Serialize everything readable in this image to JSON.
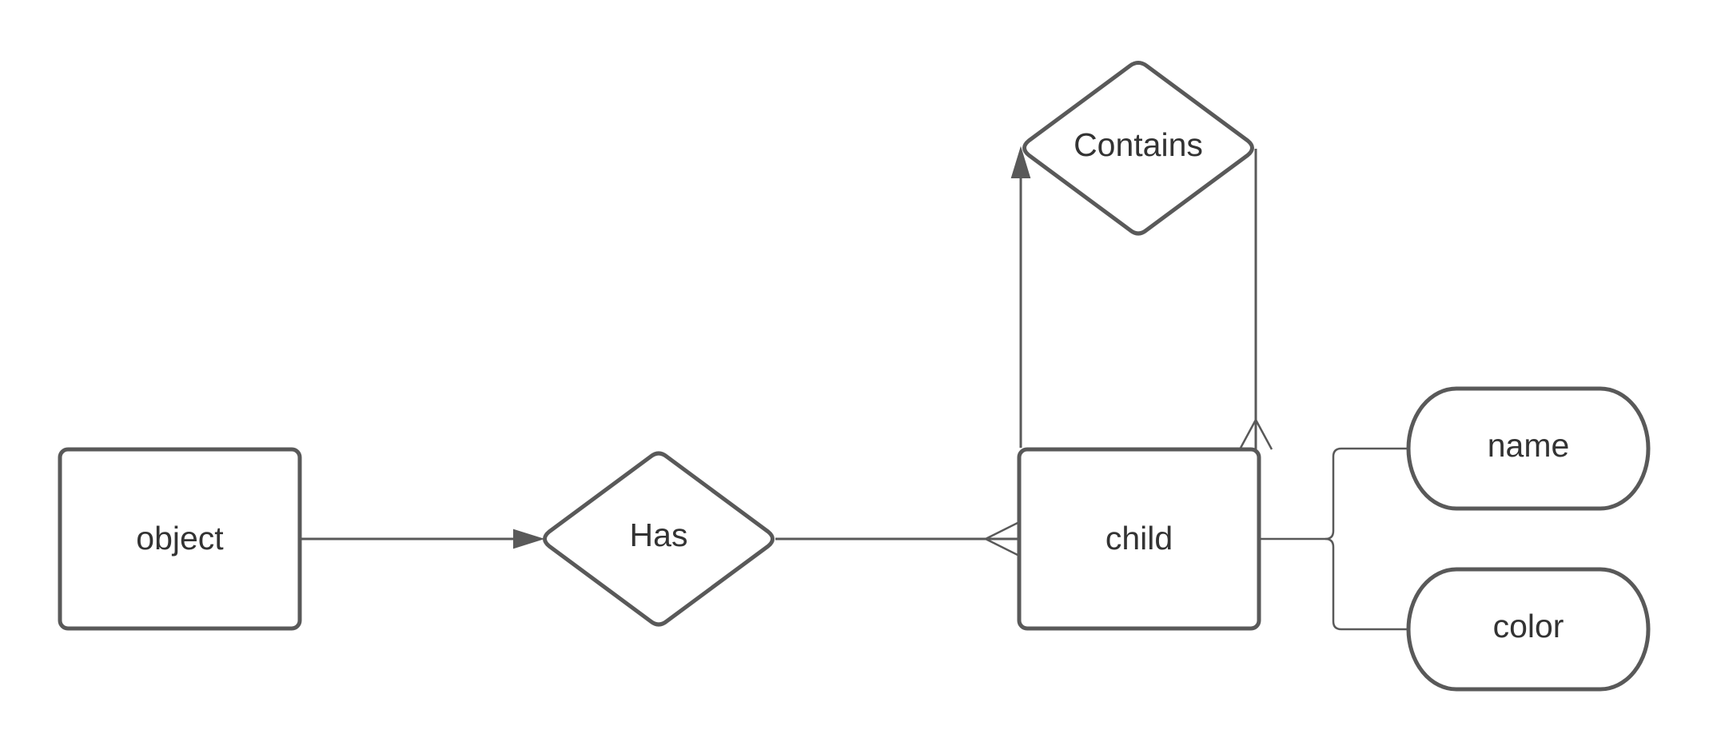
{
  "entities": {
    "object": "object",
    "child": "child"
  },
  "relationships": {
    "has": "Has",
    "contains": "Contains"
  },
  "attributes": {
    "name": "name",
    "color": "color"
  },
  "colors": {
    "stroke": "#595959",
    "text": "#333333",
    "background": "#ffffff"
  }
}
